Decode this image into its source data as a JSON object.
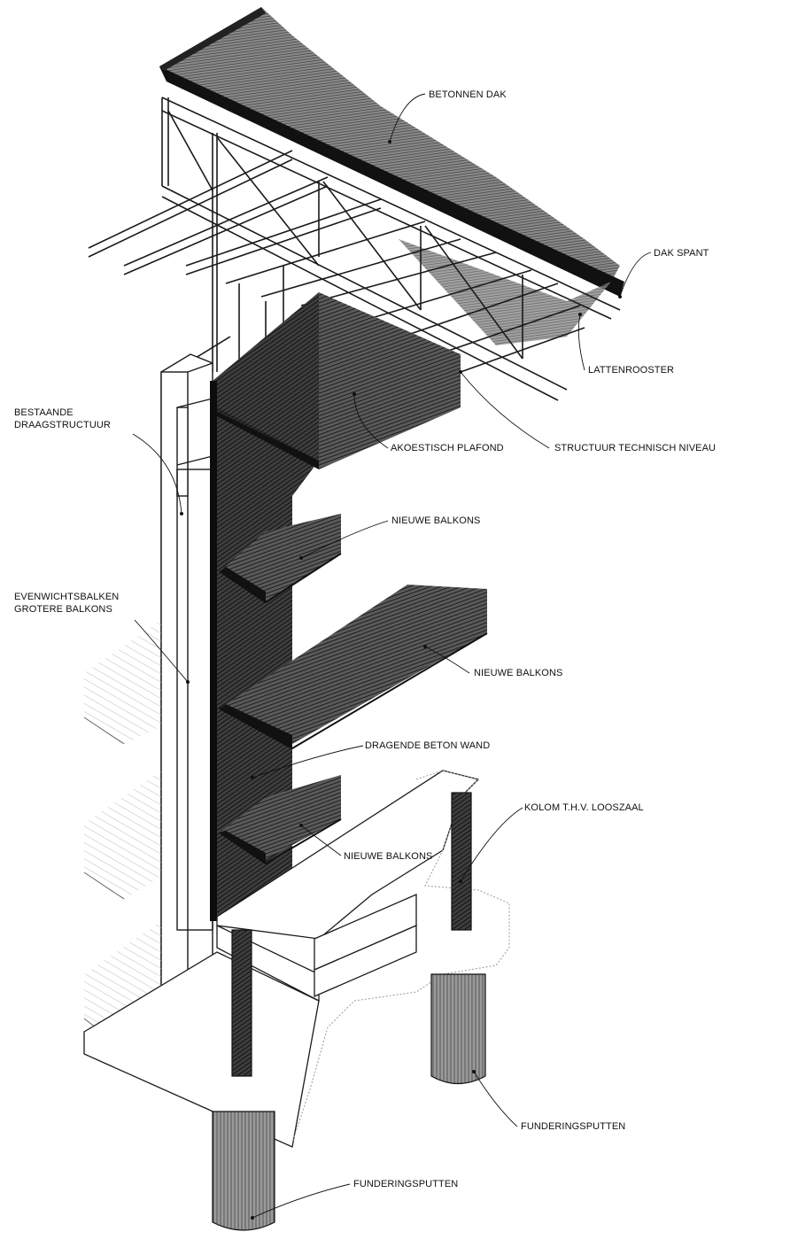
{
  "labels": {
    "betonnen_dak": "BETONNEN DAK",
    "dak_spant": "DAK SPANT",
    "lattenrooster": "LATTENROOSTER",
    "bestaande_draagstructuur": "BESTAANDE\nDRAAGSTRUCTUUR",
    "akoestisch_plafond": "AKOESTISCH PLAFOND",
    "structuur_technisch_niveau": "STRUCTUUR TECHNISCH NIVEAU",
    "nieuwe_balkons_1": "NIEUWE  BALKONS",
    "evenwichtsbalken": "EVENWICHTSBALKEN\nGROTERE BALKONS",
    "nieuwe_balkons_2": "NIEUWE BALKONS",
    "dragende_beton_wand": "DRAGENDE BETON WAND",
    "kolom_looszaal": "KOLOM T.H.V. LOOSZAAL",
    "nieuwe_balkons_3": "NIEUWE BALKONS",
    "funderingsputten_1": "FUNDERINGSPUTTEN",
    "funderingsputten_2": "FUNDERINGSPUTTEN"
  },
  "colors": {
    "line": "#1a1a1a",
    "hatch_dark": "#3a3a3a",
    "hatch_mid": "#6a6a6a",
    "background": "#ffffff"
  }
}
